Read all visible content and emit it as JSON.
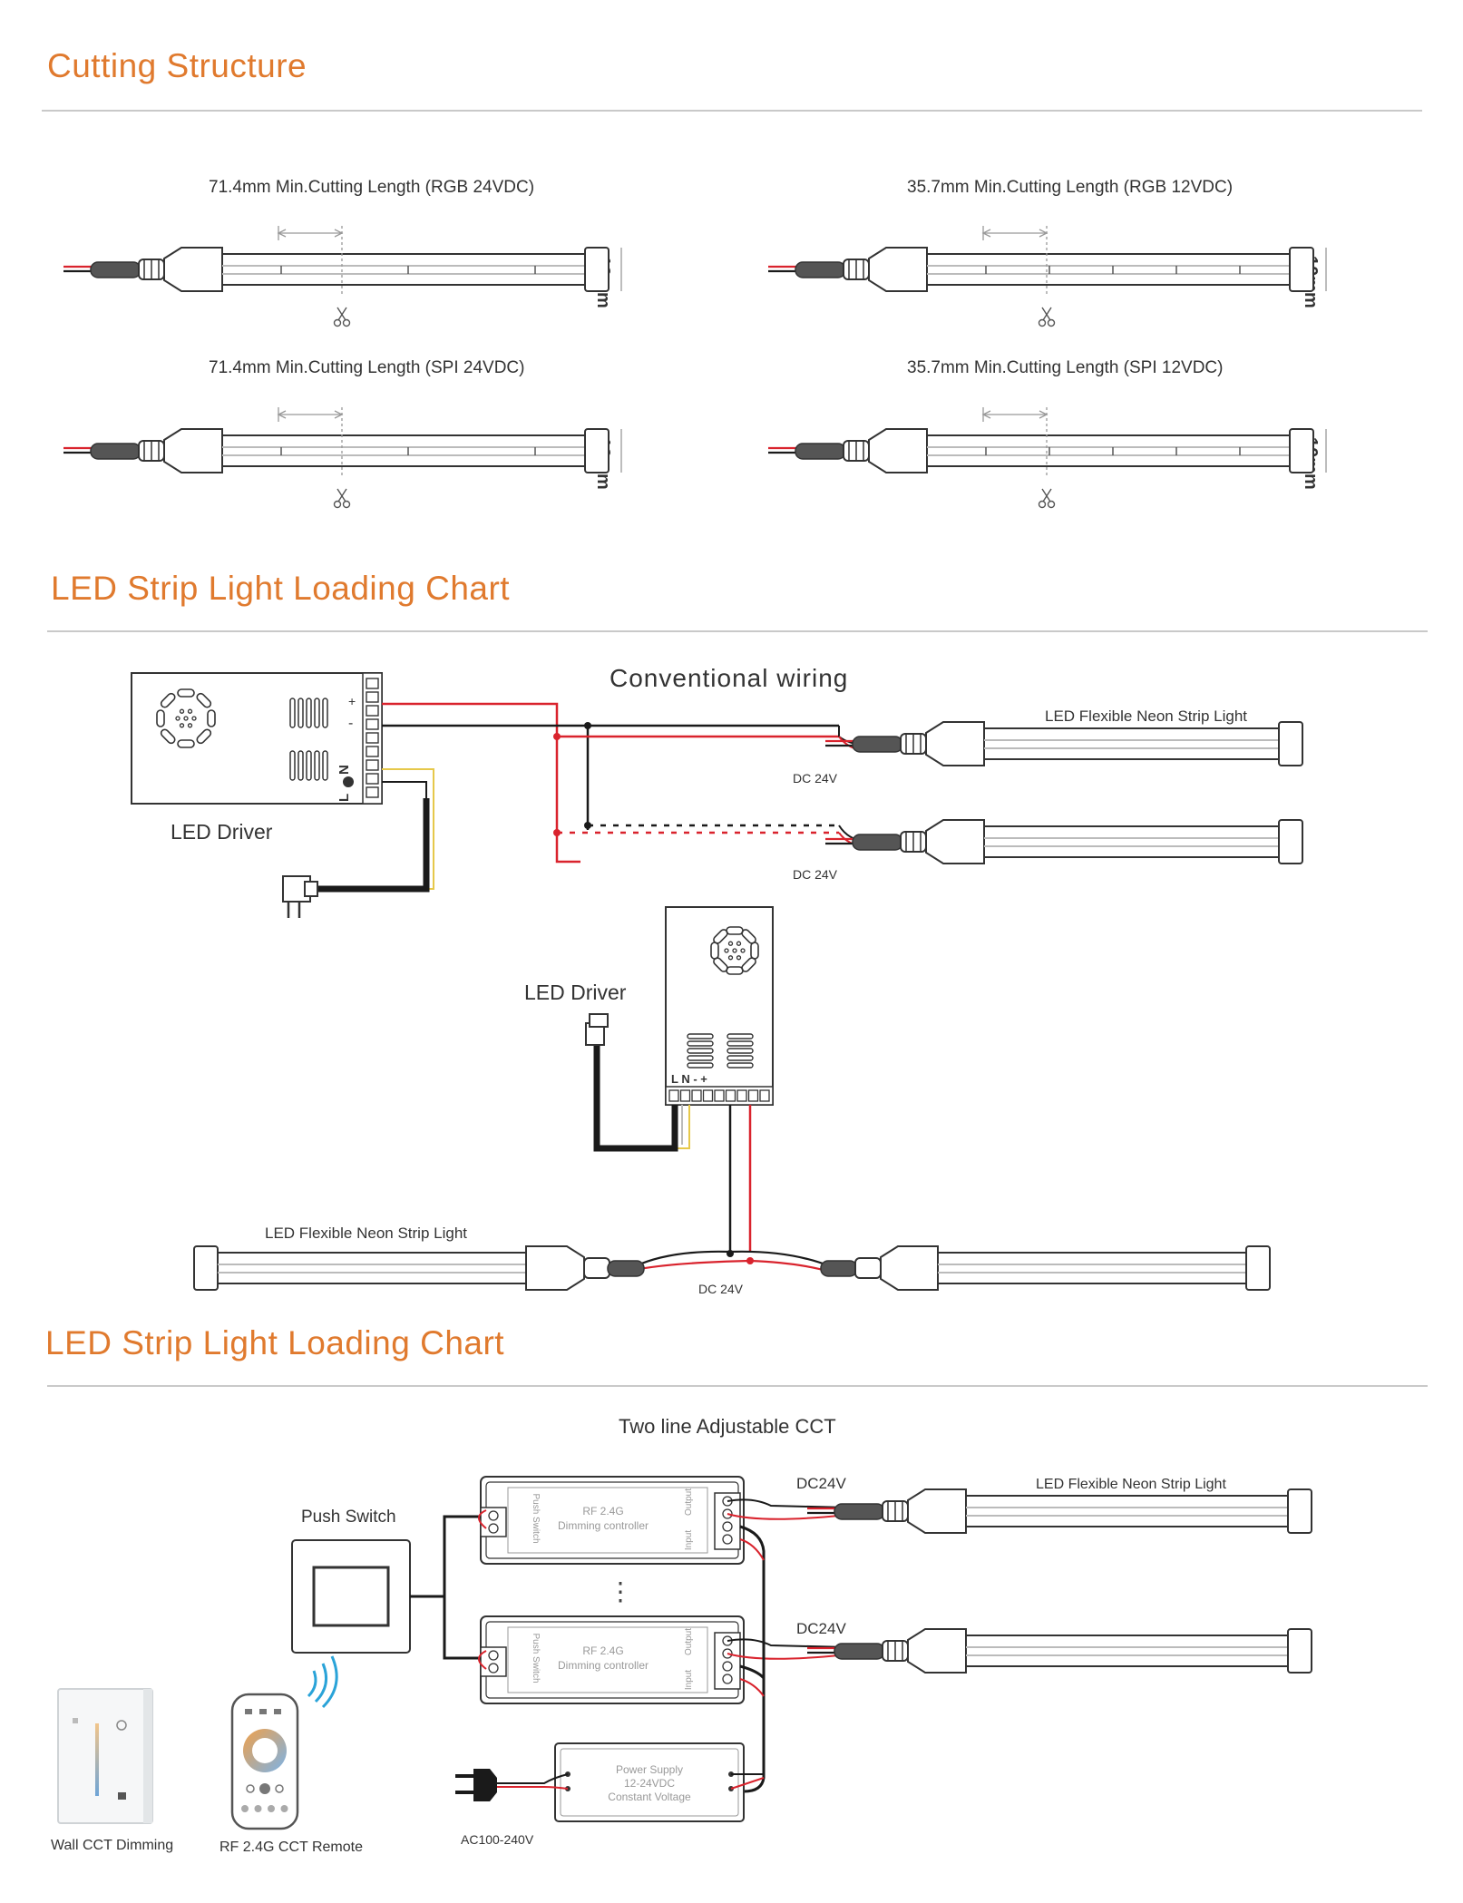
{
  "sections": {
    "cutting": {
      "title": "Cutting Structure"
    },
    "loading1": {
      "title": "LED  Strip Light Loading Chart",
      "subtitle": "Conventional wiring"
    },
    "loading2": {
      "title": "LED  Strip Light Loading Chart",
      "subtitle": "Two line Adjustable CCT"
    }
  },
  "cutting_items": [
    {
      "label": "71.4mm Min.Cutting Length  (RGB  24VDC)",
      "height_label": "10mm"
    },
    {
      "label": "35.7mm Min.Cutting Length  (RGB  12VDC)",
      "height_label": "10mm"
    },
    {
      "label": "71.4mm Min.Cutting Length  (SPI  24VDC)",
      "height_label": "10mm"
    },
    {
      "label": "35.7mm Min.Cutting Length  (SPI  12VDC)",
      "height_label": "10mm"
    }
  ],
  "wiring1": {
    "driver_label": "LED  Driver",
    "strip_label": "LED Flexible Neon Strip Light",
    "dc_label_1": "DC 24V",
    "dc_label_2": "DC 24V",
    "terminal_plus": "+",
    "terminal_minus": "-",
    "terminal_n": "N",
    "terminal_l": "L"
  },
  "wiring2": {
    "driver_label": "LED  Driver",
    "strip_label": "LED Flexible Neon Strip Light",
    "dc_label": "DC 24V",
    "terminals": "L N   -  +"
  },
  "cct": {
    "push_switch": "Push Switch",
    "strip_label": "LED Flexible Neon Strip Light",
    "dc_label_1": "DC24V",
    "dc_label_2": "DC24V",
    "controller_line1": "RF 2.4G",
    "controller_line2": "Dimming controller",
    "controller_input": "Input",
    "controller_output": "Output",
    "controller_push": "Push Switch",
    "psu_line1": "Power Supply",
    "psu_line2": "12-24VDC",
    "psu_line3": "Constant Voltage",
    "wall_dimmer": "Wall CCT Dimming",
    "remote": "RF 2.4G CCT Remote",
    "ac_label": "AC100-240V",
    "ellipsis": "⋮"
  },
  "colors": {
    "accent": "#e07a2e",
    "wire_red": "#d9232d",
    "wire_black": "#1a1a1a",
    "wire_yellow": "#e6c84a"
  }
}
